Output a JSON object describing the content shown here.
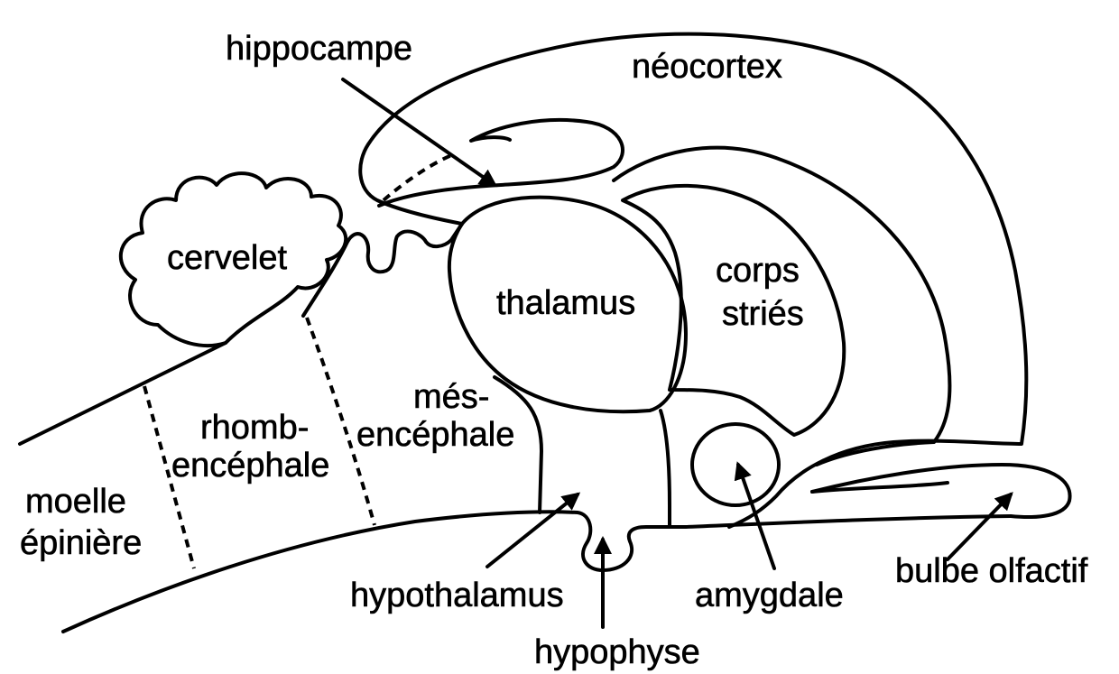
{
  "labels": {
    "hippocampe": "hippocampe",
    "neocortex": "néocortex",
    "cervelet": "cervelet",
    "corps": "corps",
    "stries": "striés",
    "thalamus": "thalamus",
    "mes": "més-",
    "encephale_mes": "encéphale",
    "rhomb": "rhomb-",
    "encephale_rhomb": "encéphale",
    "moelle": "moelle",
    "epiniere": "épinière",
    "hypothalamus": "hypothalamus",
    "hypophyse": "hypophyse",
    "amygdale": "amygdale",
    "bulbe_olfactif": "bulbe olfactif"
  }
}
